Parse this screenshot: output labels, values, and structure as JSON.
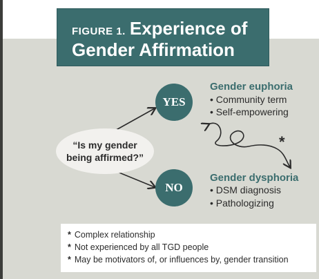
{
  "title": {
    "figure_label": "FIGURE 1.",
    "line1": "Experience of",
    "line2": "Gender Affirmation"
  },
  "question": {
    "line1": "“Is my gender",
    "line2": "being affirmed?”"
  },
  "yes_label": "YES",
  "no_label": "NO",
  "euphoria": {
    "heading": "Gender euphoria",
    "bullets": [
      "• Community term",
      "• Self-empowering"
    ]
  },
  "dysphoria": {
    "heading": "Gender dysphoria",
    "bullets": [
      "• DSM diagnosis",
      "• Pathologizing"
    ]
  },
  "loop_star": "*",
  "notes": [
    {
      "marker": "*",
      "text": "Complex relationship"
    },
    {
      "marker": "*",
      "text": "Not experienced by all TGD people"
    },
    {
      "marker": "*",
      "text": "May be motivators of, or influences by, gender transition"
    }
  ],
  "colors": {
    "accent": "#3b6d6e",
    "panel": "#d8d9d2",
    "text": "#2b2b2b"
  }
}
